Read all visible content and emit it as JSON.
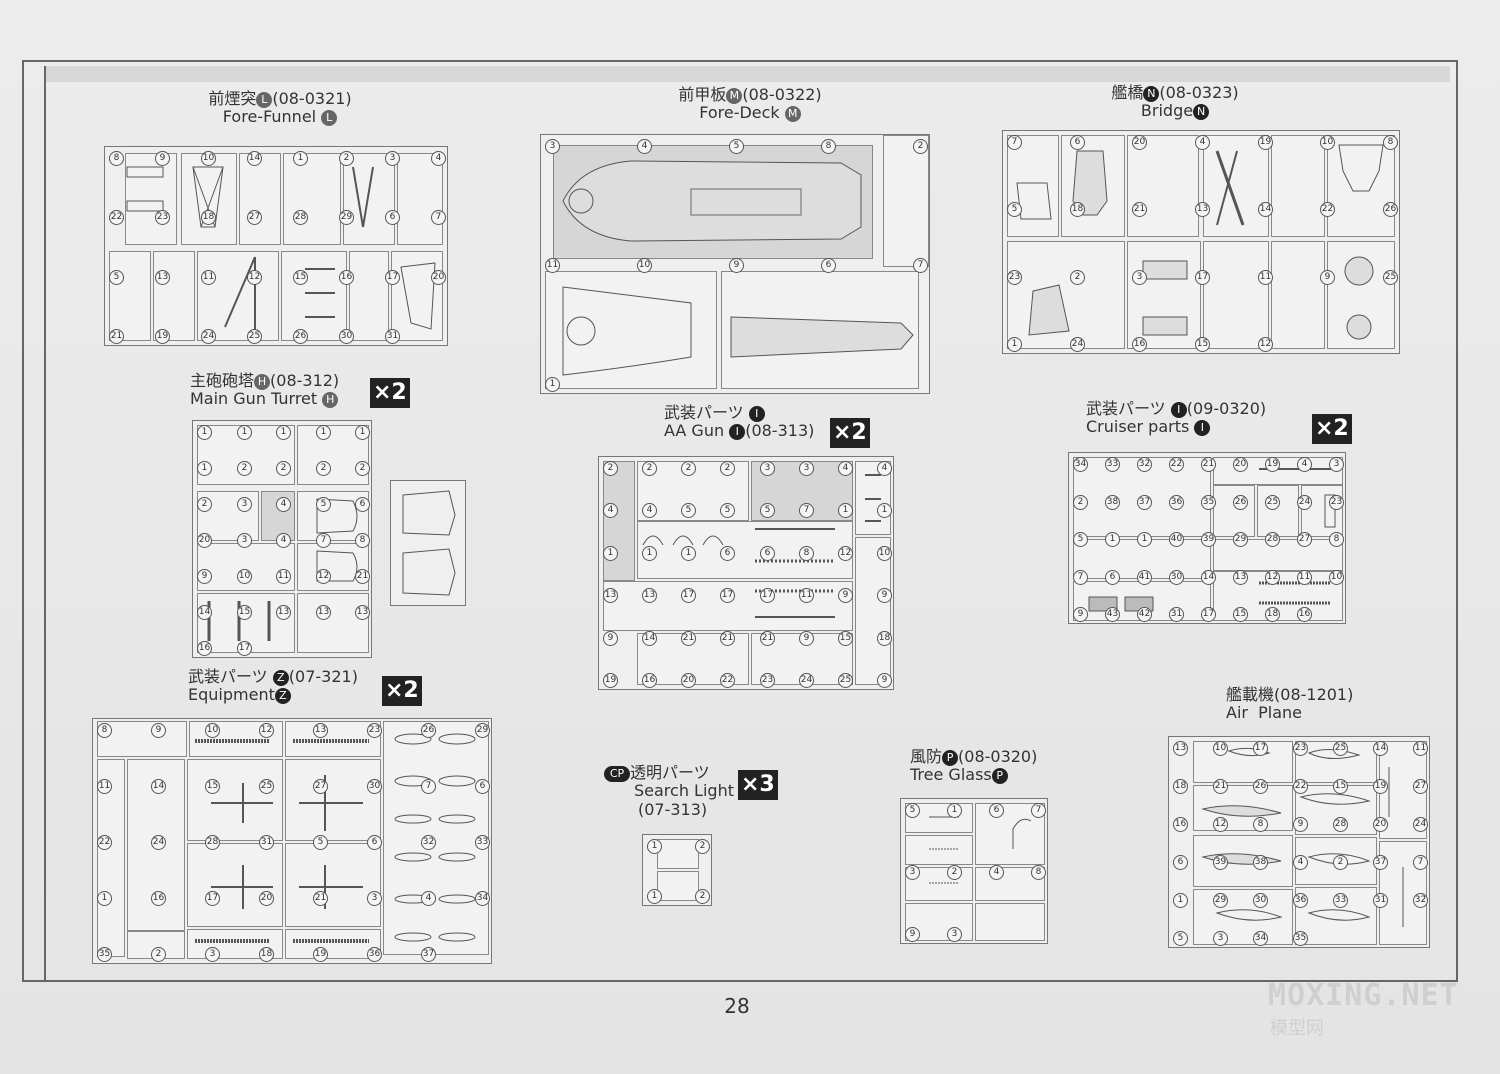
{
  "page_number": "28",
  "watermark": {
    "line1": "MOXING.NET",
    "line2": "模型网"
  },
  "sprues": {
    "fore_funnel": {
      "jp": "前煙突",
      "code": "(08-0321)",
      "en": "Fore-Funnel",
      "letter": "L"
    },
    "fore_deck": {
      "jp": "前甲板",
      "code": "(08-0322)",
      "en": "Fore-Deck",
      "letter": "M"
    },
    "bridge": {
      "jp": "艦橋",
      "code": "(08-0323)",
      "en": "Bridge",
      "letter": "N"
    },
    "main_gun_turret": {
      "jp": "主砲砲塔",
      "code": "(08-312)",
      "en": "Main Gun Turret",
      "letter": "H",
      "mult": "×2"
    },
    "aa_gun": {
      "jp": "武装パーツ",
      "code": "(08-313)",
      "en": "AA Gun",
      "letter": "I",
      "mult": "×2"
    },
    "cruiser_parts": {
      "jp": "武装パーツ",
      "code": "(09-0320)",
      "en": "Cruiser parts",
      "letter": "I",
      "mult": "×2"
    },
    "equipment": {
      "jp": "武装パーツ",
      "code": "(07-321)",
      "en": "Equipment",
      "letter": "Z",
      "mult": "×2"
    },
    "search_light": {
      "jp": "透明パーツ",
      "code": "(07-313)",
      "en": "Search Light",
      "letter": "CP",
      "mult": "×3"
    },
    "tree_glass": {
      "jp": "風防",
      "code": "(08-0320)",
      "en": "Tree Glass",
      "letter": "P"
    },
    "air_plane": {
      "jp": "艦載機",
      "code": "(08-1201)",
      "en": "Air  Plane"
    }
  },
  "part_numbers": {
    "fore_funnel": [
      "8",
      "9",
      "10",
      "14",
      "1",
      "2",
      "3",
      "4",
      "22",
      "23",
      "18",
      "27",
      "28",
      "29",
      "6",
      "7",
      "5",
      "13",
      "11",
      "12",
      "15",
      "16",
      "17",
      "20",
      "21",
      "19",
      "24",
      "25",
      "26",
      "30",
      "31"
    ],
    "fore_deck": [
      "3",
      "4",
      "5",
      "8",
      "2",
      "11",
      "10",
      "9",
      "6",
      "7",
      "1"
    ],
    "bridge": [
      "7",
      "6",
      "20",
      "4",
      "19",
      "10",
      "8",
      "5",
      "18",
      "21",
      "13",
      "14",
      "22",
      "26",
      "23",
      "2",
      "3",
      "17",
      "11",
      "9",
      "25",
      "1",
      "24",
      "16",
      "15",
      "12"
    ],
    "main_gun_turret": [
      "1",
      "1",
      "1",
      "1",
      "1",
      "1",
      "2",
      "2",
      "2",
      "2",
      "2",
      "3",
      "4",
      "5",
      "6",
      "20",
      "3",
      "4",
      "7",
      "8",
      "9",
      "10",
      "11",
      "12",
      "21",
      "14",
      "15",
      "13",
      "13",
      "13",
      "16",
      "17"
    ],
    "aa_gun": [
      "2",
      "2",
      "2",
      "2",
      "3",
      "3",
      "4",
      "4",
      "4",
      "4",
      "5",
      "5",
      "5",
      "7",
      "1",
      "1",
      "1",
      "1",
      "1",
      "6",
      "6",
      "8",
      "12",
      "10",
      "13",
      "13",
      "17",
      "17",
      "17",
      "11",
      "9",
      "9",
      "9",
      "14",
      "21",
      "21",
      "21",
      "9",
      "15",
      "18",
      "19",
      "16",
      "20",
      "22",
      "23",
      "24",
      "25",
      "9"
    ],
    "cruiser_parts": [
      "34",
      "33",
      "32",
      "22",
      "21",
      "20",
      "19",
      "4",
      "3",
      "2",
      "38",
      "37",
      "36",
      "35",
      "26",
      "25",
      "24",
      "23",
      "5",
      "1",
      "1",
      "40",
      "39",
      "29",
      "28",
      "27",
      "8",
      "7",
      "6",
      "41",
      "30",
      "14",
      "13",
      "12",
      "11",
      "10",
      "9",
      "43",
      "42",
      "31",
      "17",
      "15",
      "18",
      "16"
    ],
    "equipment": [
      "8",
      "9",
      "10",
      "12",
      "13",
      "23",
      "26",
      "29",
      "11",
      "14",
      "15",
      "25",
      "27",
      "30",
      "7",
      "6",
      "22",
      "24",
      "28",
      "31",
      "5",
      "6",
      "32",
      "33",
      "1",
      "16",
      "17",
      "20",
      "21",
      "3",
      "4",
      "34",
      "35",
      "2",
      "3",
      "18",
      "19",
      "36",
      "37"
    ],
    "search_light": [
      "1",
      "2",
      "1",
      "2"
    ],
    "tree_glass": [
      "5",
      "1",
      "6",
      "7",
      "3",
      "2",
      "4",
      "8",
      "9",
      "3"
    ],
    "air_plane": [
      "13",
      "10",
      "17",
      "23",
      "25",
      "14",
      "11",
      "18",
      "21",
      "26",
      "22",
      "15",
      "19",
      "27",
      "16",
      "12",
      "8",
      "9",
      "28",
      "20",
      "24",
      "6",
      "39",
      "38",
      "4",
      "2",
      "37",
      "7",
      "1",
      "29",
      "30",
      "36",
      "33",
      "31",
      "32",
      "5",
      "3",
      "34",
      "35"
    ]
  }
}
